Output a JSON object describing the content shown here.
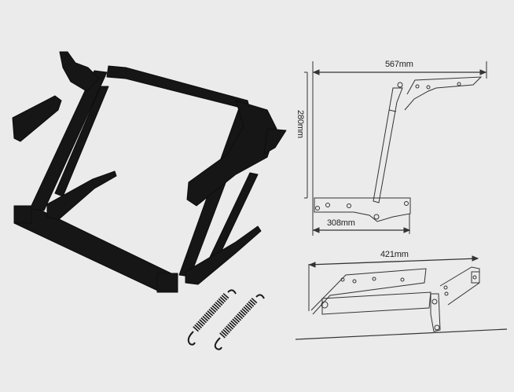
{
  "photo": {
    "subject": "lift-up table mechanism frame",
    "parts": [
      "frame",
      "left-hinge-bracket",
      "right-hinge-bracket",
      "spring-1",
      "spring-2"
    ]
  },
  "diagram_open": {
    "width_label": "567mm",
    "height_label": "280mm",
    "base_label": "308mm"
  },
  "diagram_closed": {
    "width_label": "421mm"
  },
  "colors": {
    "background": "#ebebeb",
    "metal": "#1a1a1a",
    "line": "#333333"
  }
}
